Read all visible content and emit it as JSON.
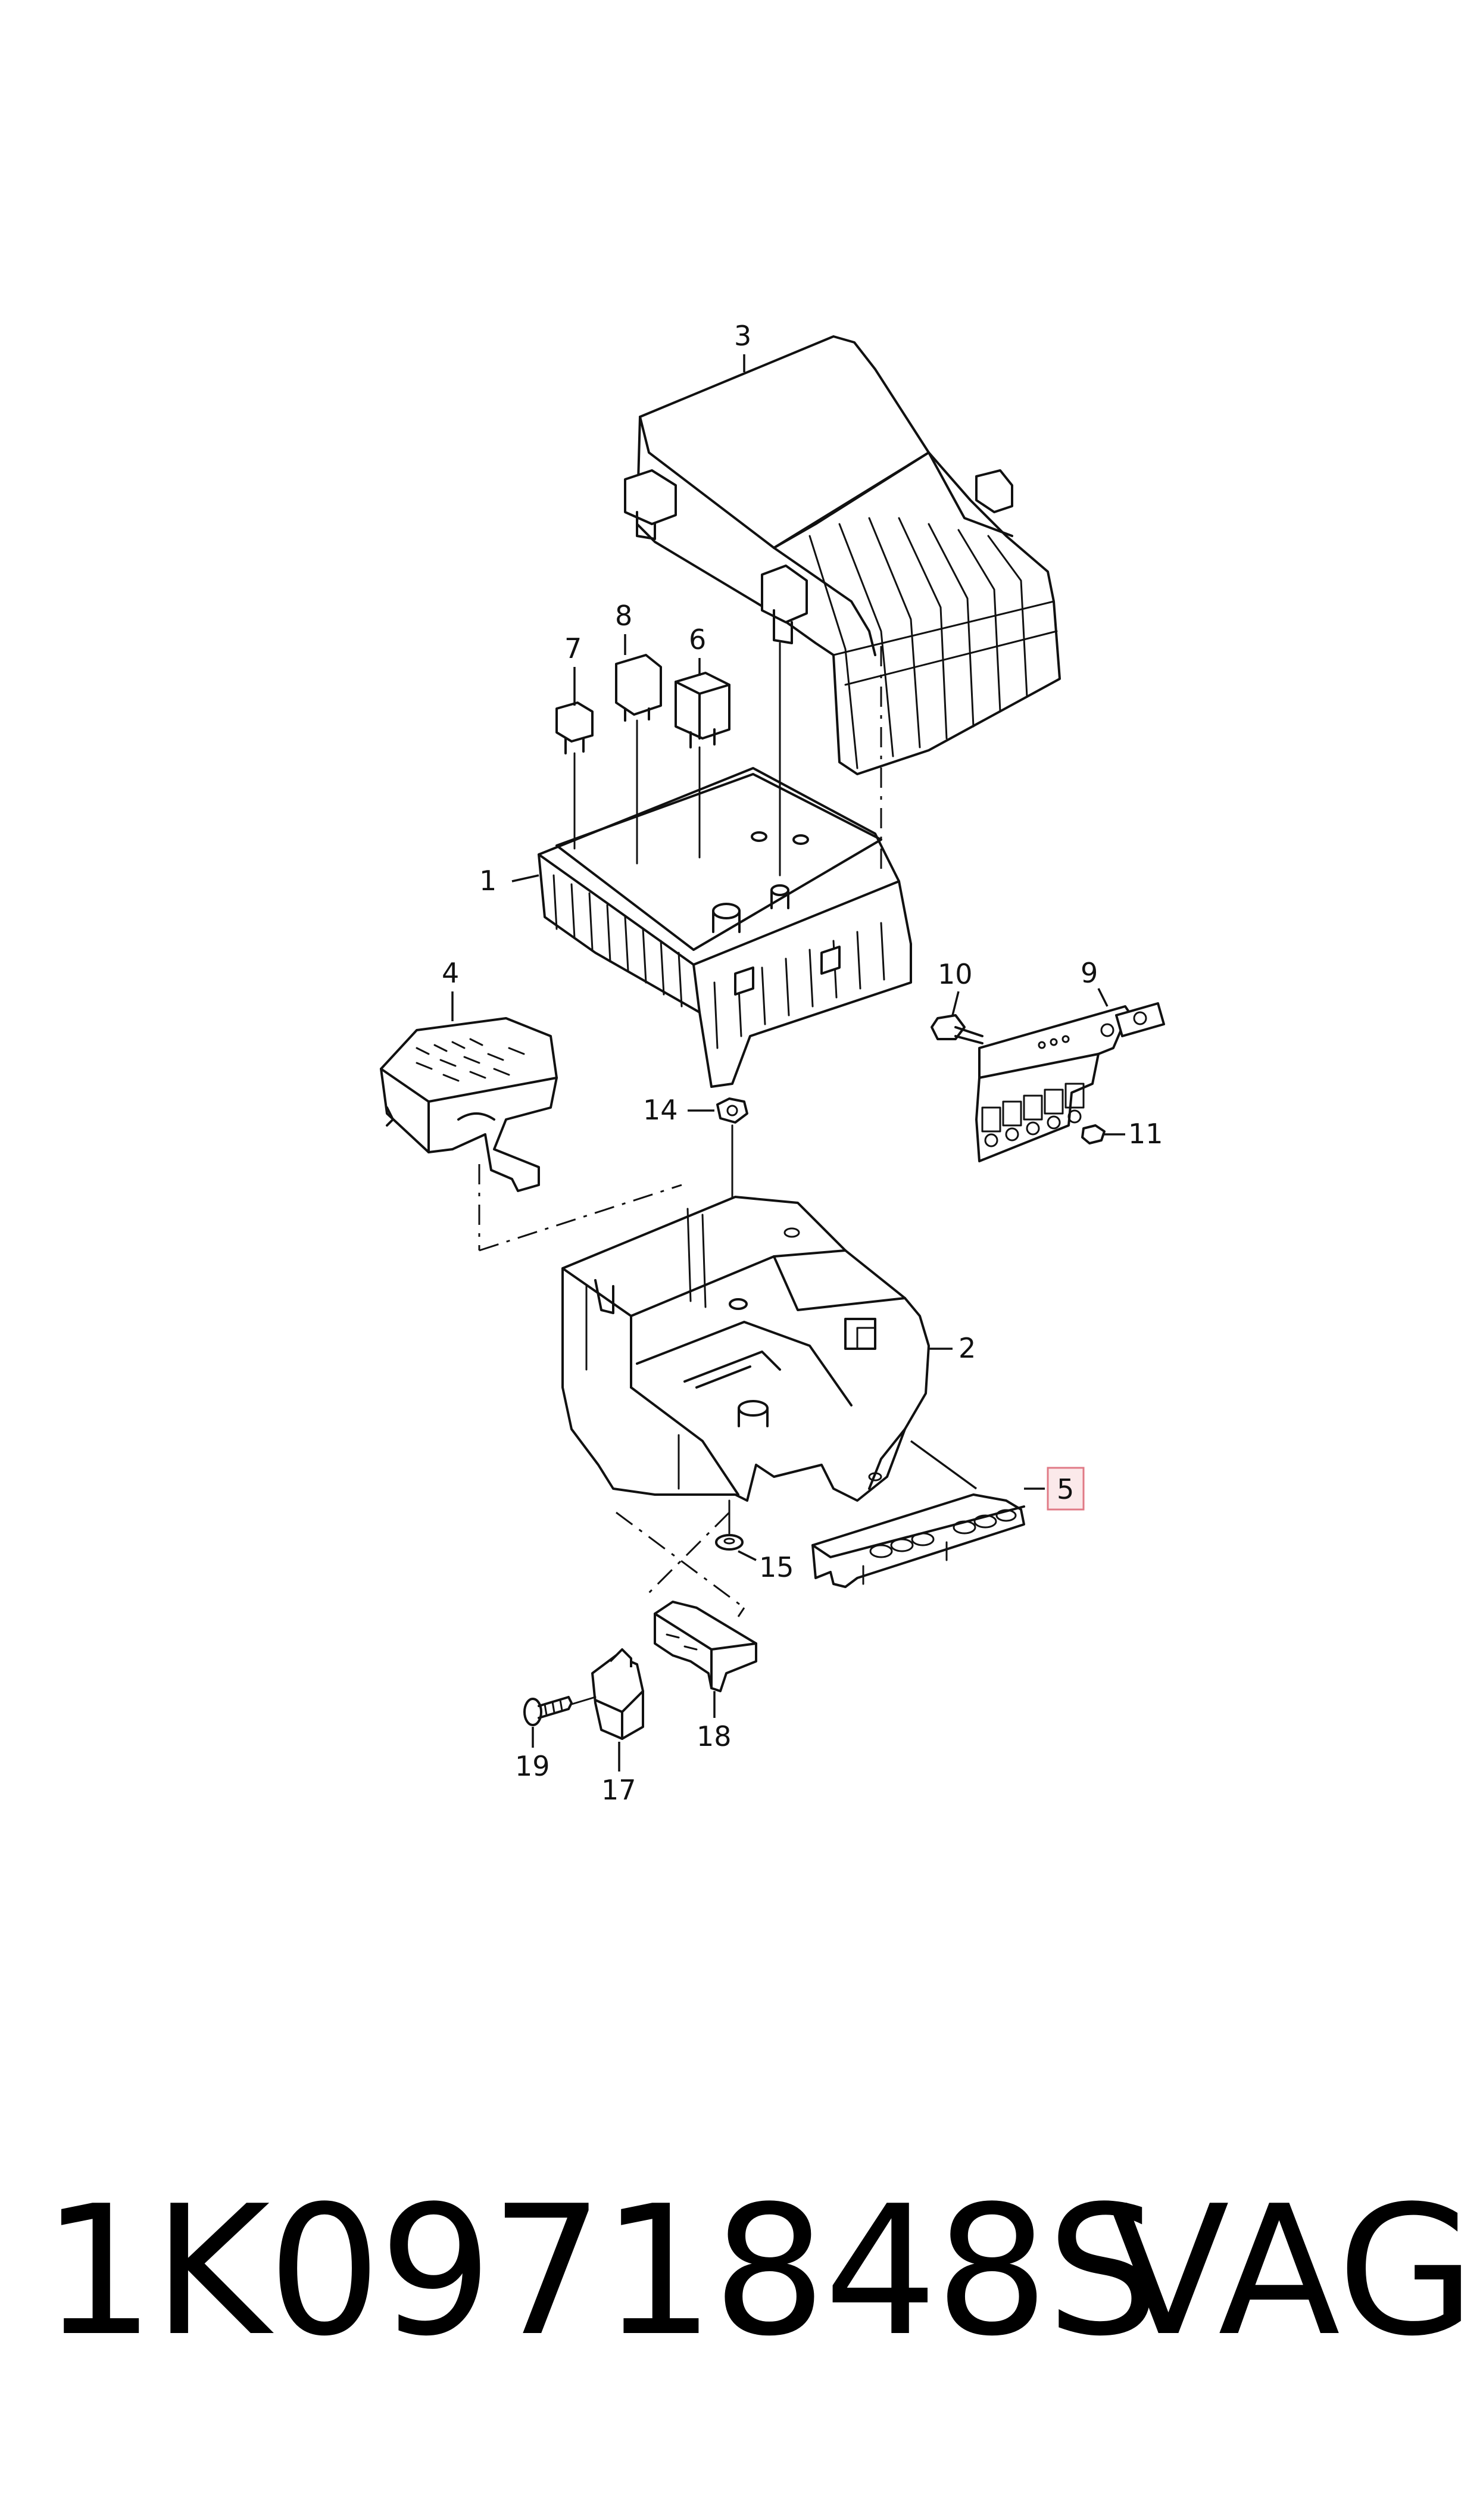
{
  "callouts": {
    "c1": "1",
    "c2": "2",
    "c3": "3",
    "c4": "4",
    "c5": "5",
    "c6": "6",
    "c7": "7",
    "c8": "8",
    "c9": "9",
    "c10": "10",
    "c11": "11",
    "c14": "14",
    "c15": "15",
    "c17": "17",
    "c18": "18",
    "c19": "19"
  },
  "highlighted_callout": "5",
  "colors": {
    "line": "#111111",
    "highlight_fill": "#fbe9ea",
    "highlight_border": "#e07a86"
  },
  "footer": {
    "part_number": "1K0971848S",
    "brand": "VAG"
  }
}
